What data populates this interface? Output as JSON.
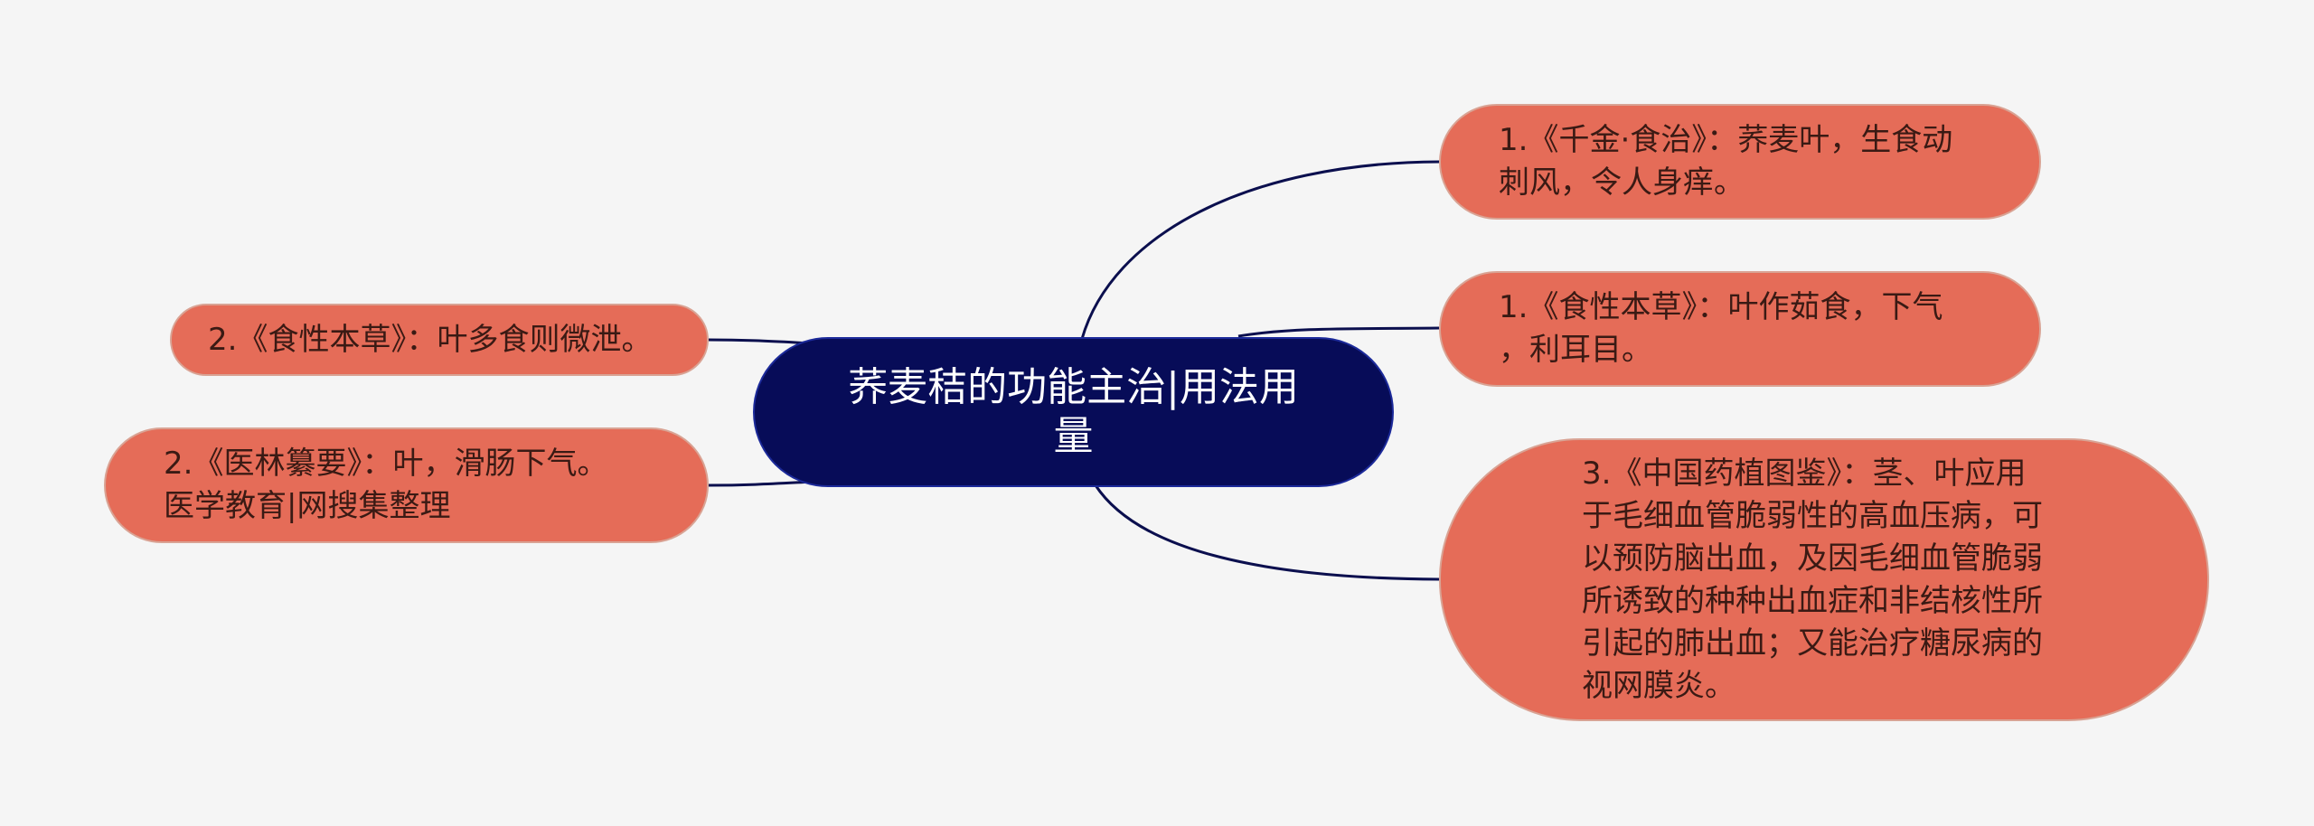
{
  "mindmap": {
    "center": {
      "label": "荞麦秸的功能主治|用法用\n量"
    },
    "right": [
      {
        "label": "1.《千金·食治》：荞麦叶，生食动\n刺风，令人身痒。"
      },
      {
        "label": "1.《食性本草》：叶作茹食，下气\n，利耳目。"
      },
      {
        "label": "3.《中国药植图鉴》：茎、叶应用\n于毛细血管脆弱性的高血压病，可\n以预防脑出血，及因毛细血管脆弱\n所诱致的种种出血症和非结核性所\n引起的肺出血；又能治疗糖尿病的\n视网膜炎。"
      }
    ],
    "left": [
      {
        "label": "2.《食性本草》：叶多食则微泄。"
      },
      {
        "label": "2.《医林纂要》：叶，滑肠下气。\n医学教育|网搜集整理"
      }
    ]
  },
  "colors": {
    "background": "#f5f5f5",
    "center_fill": "#070c58",
    "leaf_fill": "#e56c58",
    "leaf_border": "#d9a394",
    "connector": "#0b0f4e"
  }
}
